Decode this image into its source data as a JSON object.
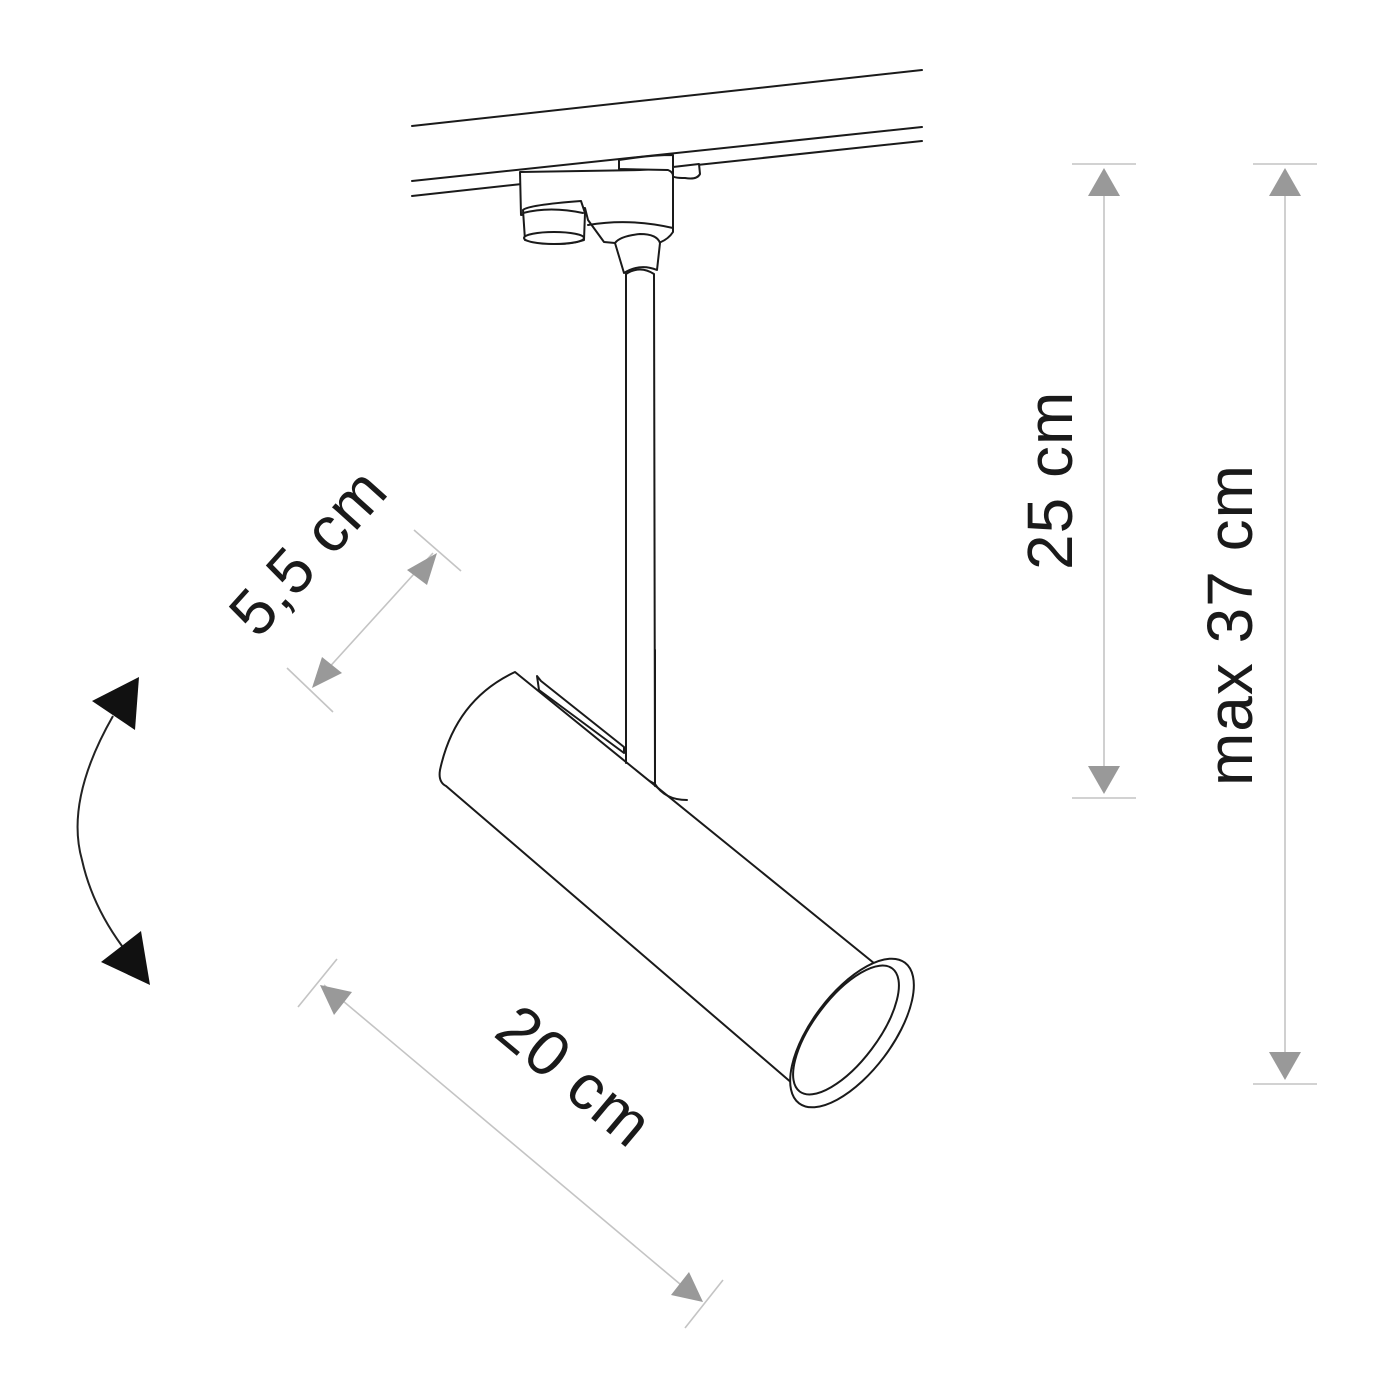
{
  "diagram": {
    "subject": "Track spotlight dimension drawing",
    "colors": {
      "outline": "#1a1a1a",
      "dimension_line": "#c4c4c4",
      "dimension_arrow": "#999999",
      "rotation_arrow": "#111111",
      "background": "#ffffff"
    },
    "parts": {
      "track": "track-rail",
      "adapter": "track-adapter",
      "rod": "suspension-rod",
      "head": "cylindrical-lamp-head",
      "lens": "lamp-lens"
    },
    "dimensions": {
      "diameter": {
        "label": "5,5 cm"
      },
      "length": {
        "label": "20 cm"
      },
      "height": {
        "label": "25 cm"
      },
      "max_height": {
        "label": "max 37 cm"
      }
    },
    "rotation_indicator": {
      "icon": "tilt-rotation-double-arrow-icon"
    }
  }
}
